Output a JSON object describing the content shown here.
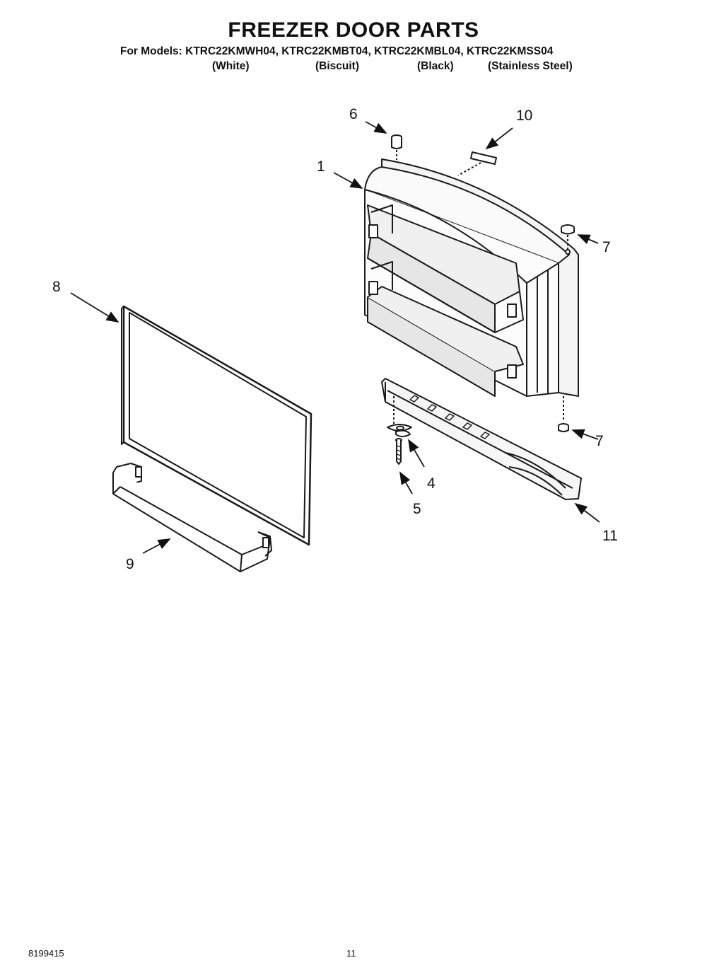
{
  "header": {
    "title": "FREEZER DOOR PARTS",
    "models_line": "For Models: KTRC22KMWH04, KTRC22KMBT04, KTRC22KMBL04, KTRC22KMSS04",
    "variants": [
      "(White)",
      "(Biscuit)",
      "(Black)",
      "(Stainless Steel)"
    ]
  },
  "callouts": {
    "door": "1",
    "washer": "4",
    "screw": "5",
    "plug_top": "6",
    "hinge_cap_top": "7",
    "hinge_cap_bottom": "7",
    "gasket": "8",
    "shelf_bin": "9",
    "label": "10",
    "handle": "11"
  },
  "footer": {
    "doc_number": "8199415",
    "page_number": "11"
  }
}
